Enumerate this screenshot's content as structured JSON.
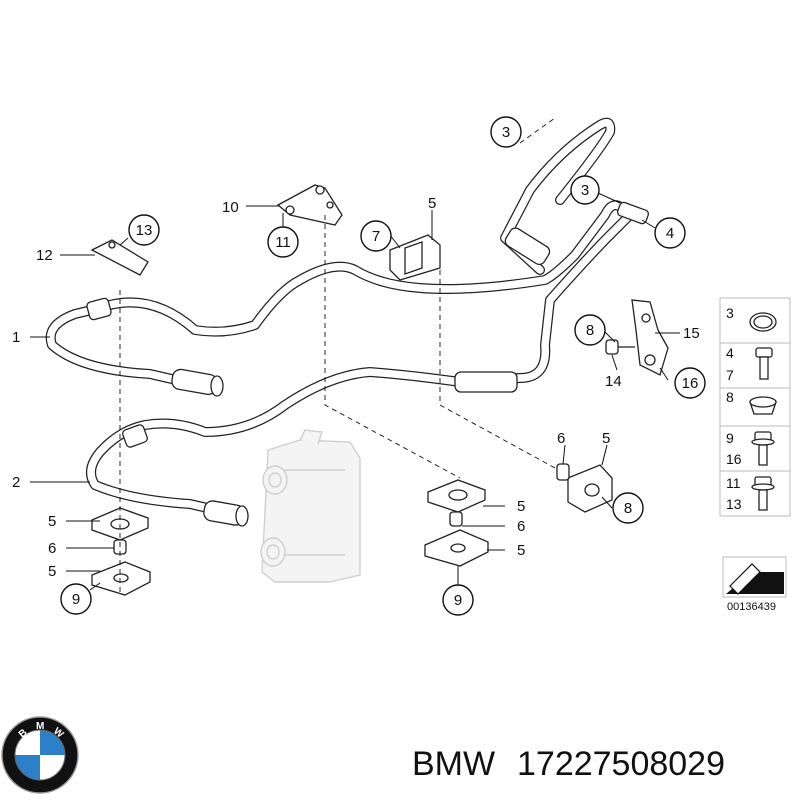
{
  "callouts": {
    "c1": "1",
    "c2": "2",
    "c3a": "3",
    "c3b": "3",
    "c4": "4",
    "c5a": "5",
    "c5b": "5",
    "c5c": "5",
    "c5d": "5",
    "c5e": "5",
    "c5f": "5",
    "c6a": "6",
    "c6b": "6",
    "c6c": "6",
    "c7": "7",
    "c8a": "8",
    "c8b": "8",
    "c9a": "9",
    "c9b": "9",
    "c10": "10",
    "c11": "11",
    "c12": "12",
    "c13": "13",
    "c14": "14",
    "c15": "15",
    "c16": "16"
  },
  "legend": {
    "row1": [
      "3"
    ],
    "row2": [
      "4",
      "7"
    ],
    "row3": [
      "8"
    ],
    "row4": [
      "9",
      "16"
    ],
    "row5": [
      "11",
      "13"
    ]
  },
  "reference_code": "00136439",
  "brand": "BMW",
  "part_number": "17227508029",
  "logo": {
    "letters": [
      "B",
      "M",
      "W"
    ],
    "colors": {
      "blue": "#2b80c8",
      "dark": "#111111"
    }
  }
}
